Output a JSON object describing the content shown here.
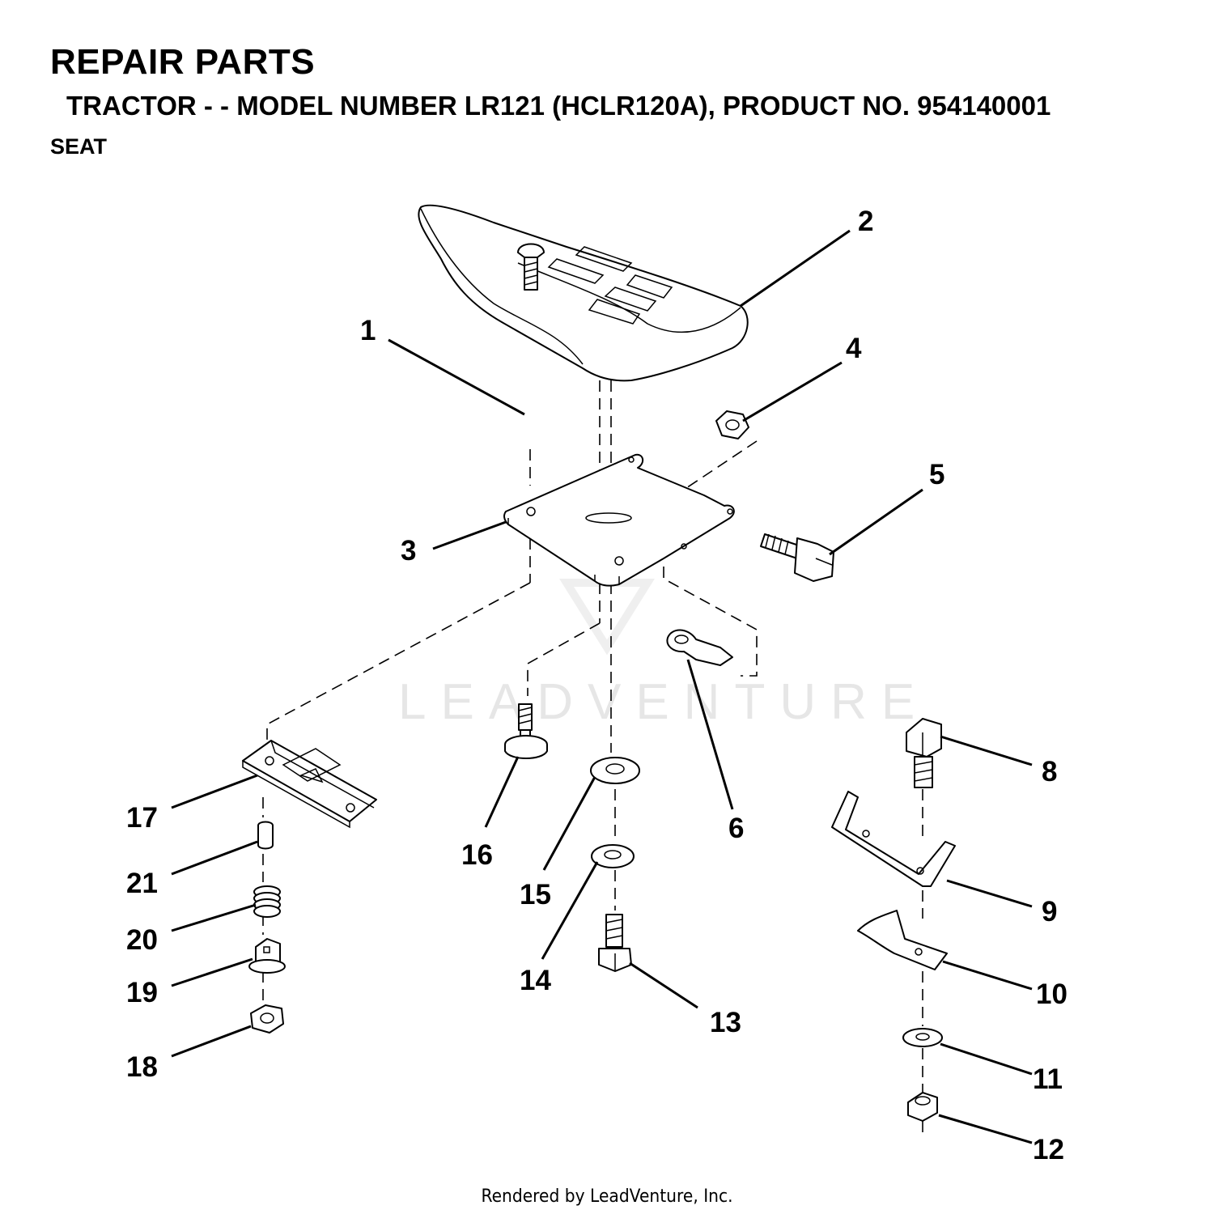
{
  "header": {
    "title": "REPAIR PARTS",
    "subtitle": "TRACTOR - - MODEL NUMBER LR121 (HCLR120A), PRODUCT NO. 954140001",
    "section": "SEAT"
  },
  "watermark": "LEADVENTURE",
  "footer": "Rendered by LeadVenture, Inc.",
  "callouts": [
    "1",
    "2",
    "3",
    "4",
    "5",
    "6",
    "8",
    "9",
    "10",
    "11",
    "12",
    "13",
    "14",
    "15",
    "16",
    "17",
    "18",
    "19",
    "20",
    "21"
  ]
}
